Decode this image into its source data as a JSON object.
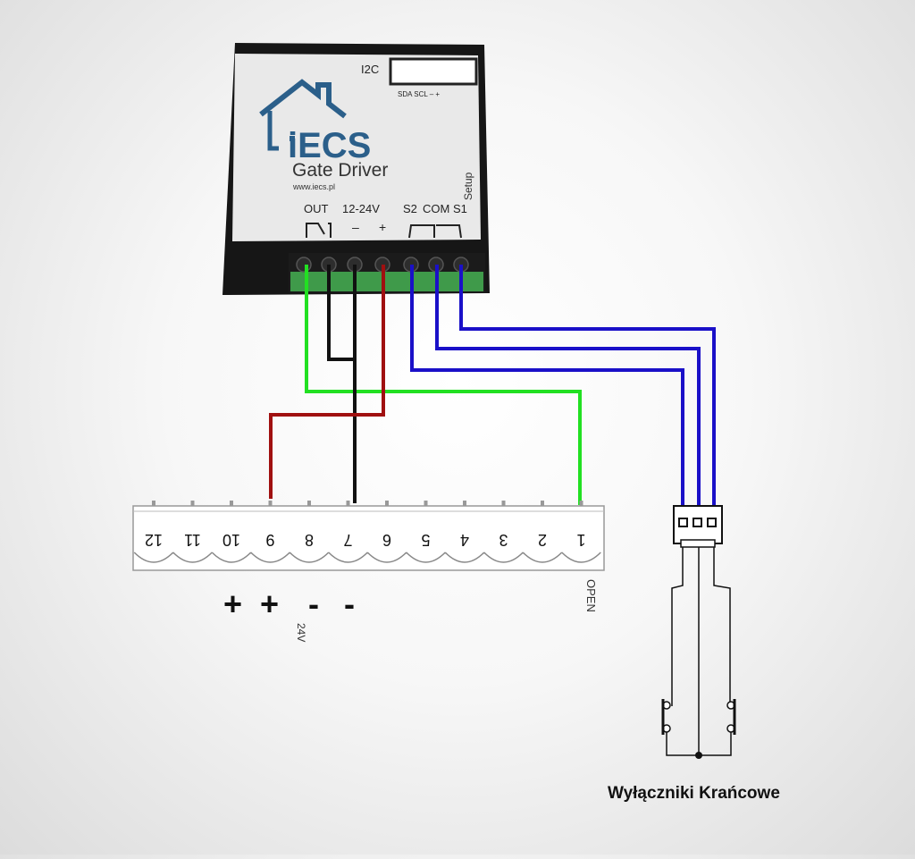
{
  "device": {
    "brand": "iECS",
    "model": "Gate Driver",
    "website": "www.iecs.pl",
    "i2c_label": "I2C",
    "i2c_pins": "SDA SCL  –  +",
    "setup_label": "Setup",
    "out_label": "OUT",
    "power_label": "12-24V",
    "power_minus": "–",
    "power_plus": "+",
    "s2_label": "S2",
    "com_label": "COM",
    "s1_label": "S1"
  },
  "terminal_block": {
    "numbers": [
      "12",
      "11",
      "10",
      "9",
      "8",
      "7",
      "6",
      "5",
      "4",
      "3",
      "2",
      "1"
    ],
    "open_label": "OPEN",
    "v24_label": "24V",
    "sign_plus_1": "+",
    "sign_plus_2": "+",
    "sign_minus_1": "-",
    "sign_minus_2": "-"
  },
  "limit_switches": {
    "caption": "Wyłączniki Krańcowe"
  },
  "colors": {
    "wire_green": "#22e022",
    "wire_black": "#111111",
    "wire_red": "#a01010",
    "wire_blue": "#1a10c8",
    "logo_blue": "#2b5f8a"
  }
}
